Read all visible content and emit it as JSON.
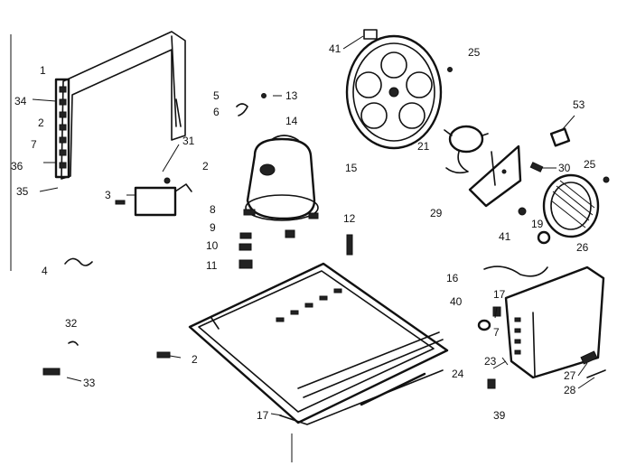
{
  "labels": {
    "l1": "1",
    "l34": "34",
    "l2": "2",
    "l7": "7",
    "l36": "36",
    "l35": "35",
    "l5": "5",
    "l6": "6",
    "l13": "13",
    "l14": "14",
    "l31": "31",
    "l2b": "2",
    "l3": "3",
    "l8": "8",
    "l9": "9",
    "l10": "10",
    "l11": "11",
    "l41": "41",
    "l25": "25",
    "l15": "15",
    "l21": "21",
    "l53": "53",
    "l30": "30",
    "l25b": "25",
    "l29": "29",
    "l19": "19",
    "l41b": "41",
    "l26": "26",
    "l12": "12",
    "l4": "4",
    "l32": "32",
    "l33": "33",
    "l2c": "2",
    "l17": "17",
    "l16": "16",
    "l40": "40",
    "l17b": "17",
    "l7b": "7",
    "l23": "23",
    "l27": "27",
    "l28": "28",
    "l39": "39",
    "l24": "24"
  }
}
